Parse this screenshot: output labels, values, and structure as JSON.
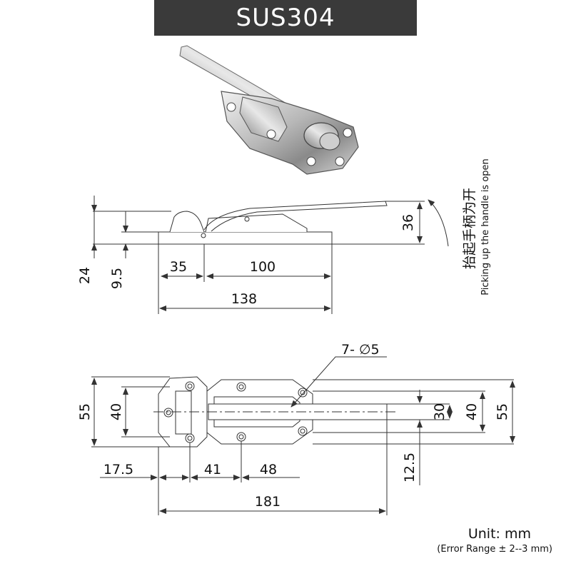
{
  "title": "SUS304",
  "note": {
    "chinese": "抬起手柄为开",
    "english": "Picking up the handle is open"
  },
  "side_view": {
    "dims": {
      "h_total": "24",
      "h_base": "9.5",
      "w_left": "35",
      "w_mid": "100",
      "w_total": "138",
      "h_handle": "36"
    }
  },
  "top_view": {
    "holes": "7- ∅5",
    "dims": {
      "h_outer_left": "55",
      "h_inner_left": "40",
      "h_handle": "30",
      "h_inner_right": "40",
      "h_outer_right": "55",
      "w_a": "17.5",
      "w_b": "41",
      "w_c": "48",
      "w_d": "12.5",
      "w_total": "181"
    }
  },
  "footer": {
    "unit": "Unit:  mm",
    "error_range": "(Error Range ± 2--3 mm)"
  },
  "colors": {
    "banner_bg": "#3a3a3a",
    "line": "#333333"
  }
}
